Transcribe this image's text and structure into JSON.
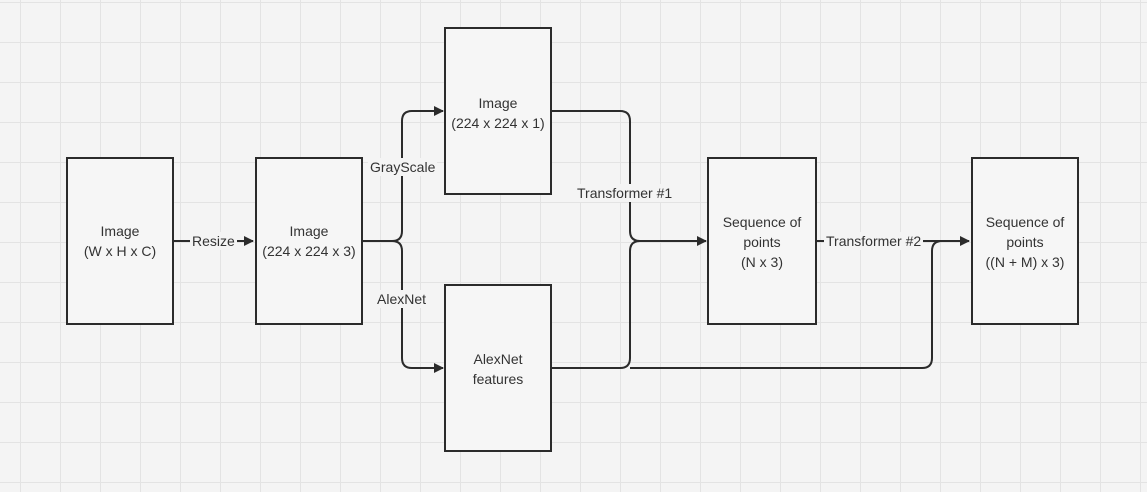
{
  "nodes": {
    "input_image": {
      "line1": "Image",
      "line2": "(W x H x C)"
    },
    "resized_image": {
      "line1": "Image",
      "line2": "(224 x 224 x 3)"
    },
    "gray_image": {
      "line1": "Image",
      "line2": "(224 x 224 x 1)"
    },
    "alexnet_features": {
      "line1": "AlexNet",
      "line2": "features"
    },
    "sequence_n": {
      "line1": "Sequence of",
      "line2": "points",
      "line3": "(N x 3)"
    },
    "sequence_nm": {
      "line1": "Sequence of",
      "line2": "points",
      "line3": "((N + M) x 3)"
    }
  },
  "edges": {
    "resize": "Resize",
    "grayscale": "GrayScale",
    "alexnet": "AlexNet",
    "transformer1": "Transformer #1",
    "transformer2": "Transformer #2"
  },
  "colors": {
    "line": "#2b2b2b",
    "border": "#2b2b2b",
    "text": "#333333"
  }
}
